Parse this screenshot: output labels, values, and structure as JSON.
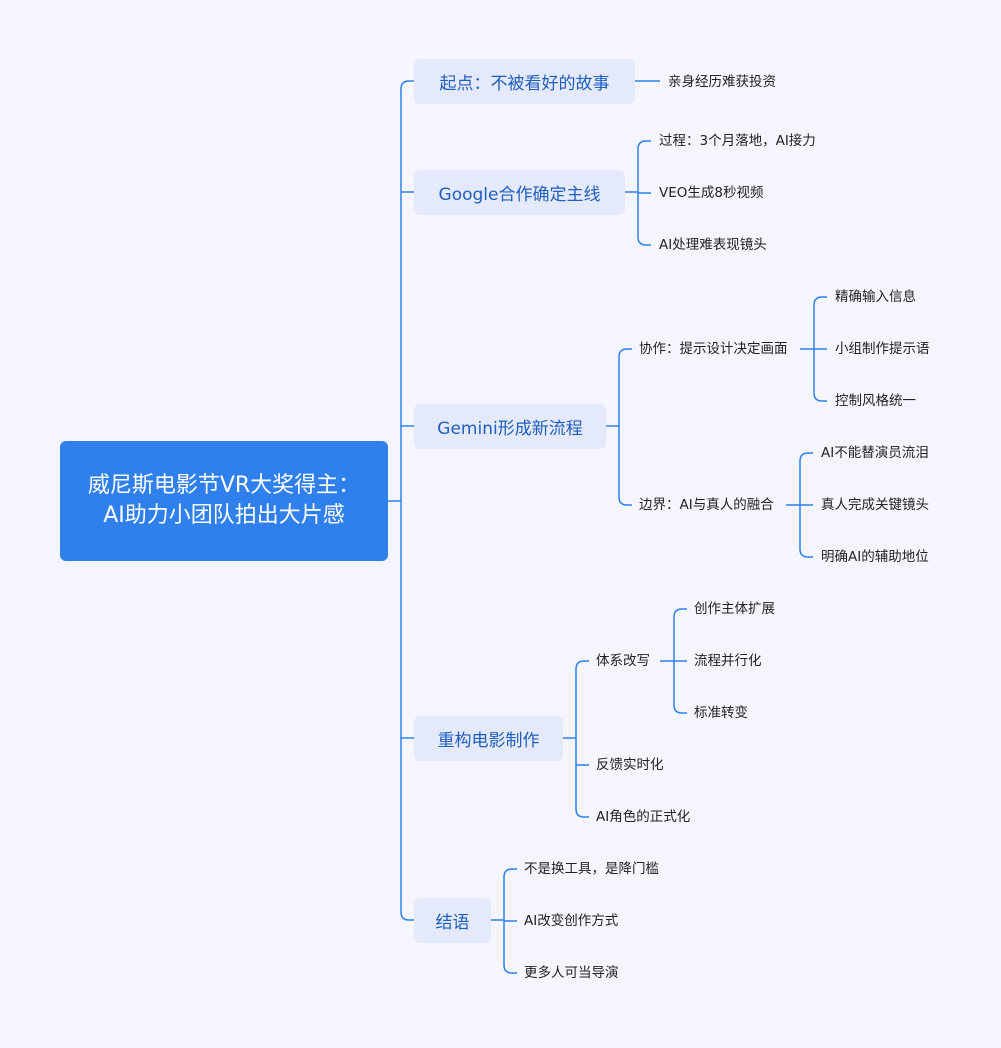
{
  "root": "威尼斯电影节VR大奖得主：AI助力小团队拍出大片感",
  "colors": {
    "background": "#F5F6FD",
    "accent": "#2F80ED",
    "branch_bg": "#E4EAFB",
    "line": "#2F80ED"
  },
  "branches": [
    {
      "label": "起点：不被看好的故事",
      "children": [
        {
          "label": "亲身经历难获投资"
        }
      ]
    },
    {
      "label": "Google合作确定主线",
      "children": [
        {
          "label": "过程：3个月落地，AI接力"
        },
        {
          "label": "VEO生成8秒视频"
        },
        {
          "label": "AI处理难表现镜头"
        }
      ]
    },
    {
      "label": "Gemini形成新流程",
      "children": [
        {
          "label": "协作：提示设计决定画面",
          "children": [
            {
              "label": "精确输入信息"
            },
            {
              "label": "小组制作提示语"
            },
            {
              "label": "控制风格统一"
            }
          ]
        },
        {
          "label": "边界：AI与真人的融合",
          "children": [
            {
              "label": "AI不能替演员流泪"
            },
            {
              "label": "真人完成关键镜头"
            },
            {
              "label": "明确AI的辅助地位"
            }
          ]
        }
      ]
    },
    {
      "label": "重构电影制作",
      "children": [
        {
          "label": "体系改写",
          "children": [
            {
              "label": "创作主体扩展"
            },
            {
              "label": "流程并行化"
            },
            {
              "label": "标准转变"
            }
          ]
        },
        {
          "label": "反馈实时化"
        },
        {
          "label": "AI角色的正式化"
        }
      ]
    },
    {
      "label": "结语",
      "children": [
        {
          "label": "不是换工具，是降门槛"
        },
        {
          "label": "AI改变创作方式"
        },
        {
          "label": "更多人可当导演"
        }
      ]
    }
  ]
}
